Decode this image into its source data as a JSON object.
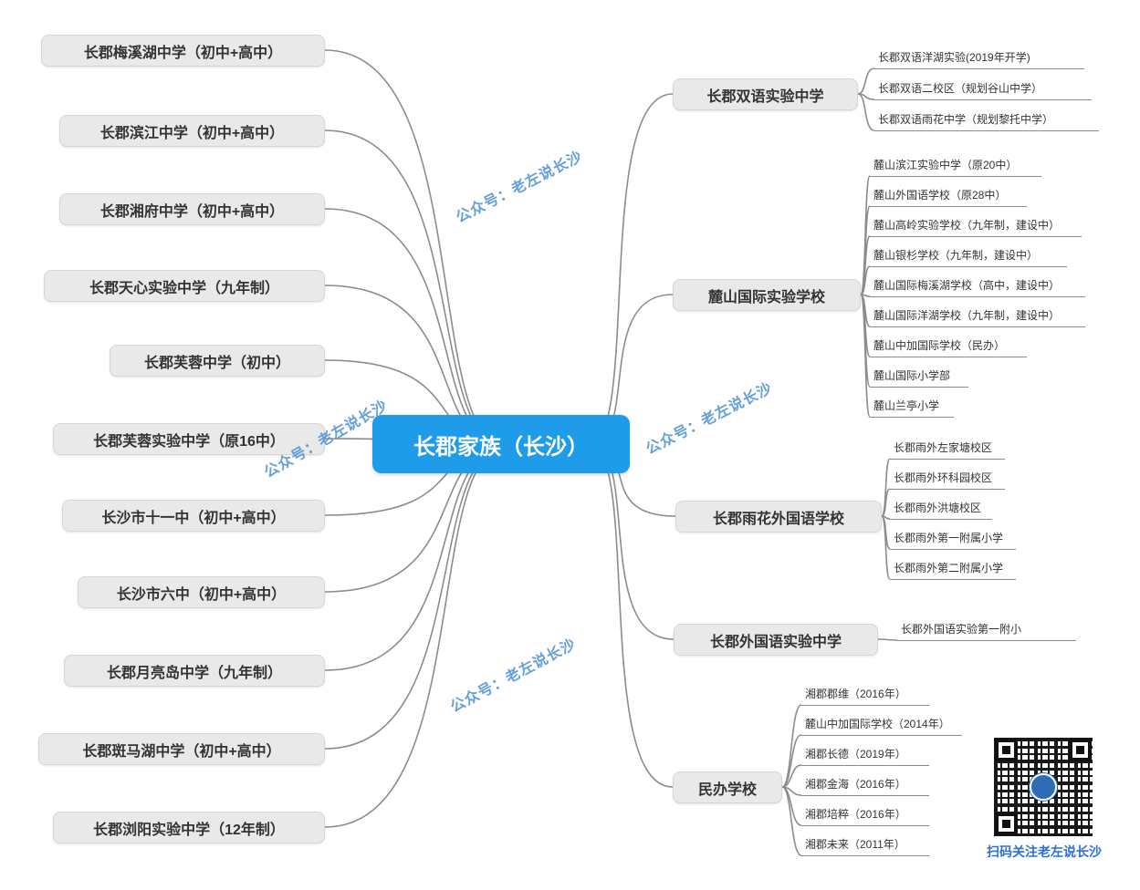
{
  "center": {
    "label": "长郡家族（长沙）"
  },
  "left_branches": [
    "长郡梅溪湖中学（初中+高中）",
    "长郡滨江中学（初中+高中）",
    "长郡湘府中学（初中+高中）",
    "长郡天心实验中学（九年制）",
    "长郡芙蓉中学（初中）",
    "长郡芙蓉实验中学（原16中）",
    "长沙市十一中（初中+高中）",
    "长沙市六中（初中+高中）",
    "长郡月亮岛中学（九年制）",
    "长郡斑马湖中学（初中+高中）",
    "长郡浏阳实验中学（12年制）"
  ],
  "right_branches": [
    {
      "label": "长郡双语实验中学",
      "children": [
        "长郡双语洋湖实验(2019年开学)",
        "长郡双语二校区（规划谷山中学）",
        "长郡双语雨花中学（规划黎托中学）"
      ]
    },
    {
      "label": "麓山国际实验学校",
      "children": [
        "麓山滨江实验中学（原20中）",
        "麓山外国语学校（原28中）",
        "麓山高岭实验学校（九年制，建设中）",
        "麓山银杉学校（九年制，建设中）",
        "麓山国际梅溪湖学校（高中，建设中）",
        "麓山国际洋湖学校（九年制，建设中）",
        "麓山中加国际学校（民办）",
        "麓山国际小学部",
        "麓山兰亭小学"
      ]
    },
    {
      "label": "长郡雨花外国语学校",
      "children": [
        "长郡雨外左家塘校区",
        "长郡雨外环科园校区",
        "长郡雨外洪塘校区",
        "长郡雨外第一附属小学",
        "长郡雨外第二附属小学"
      ]
    },
    {
      "label": "长郡外国语实验中学",
      "children": [
        "长郡外国语实验第一附小"
      ]
    },
    {
      "label": "民办学校",
      "children": [
        "湘郡郡维（2016年）",
        "麓山中加国际学校（2014年）",
        "湘郡长德（2019年）",
        "湘郡金海（2016年）",
        "湘郡培粹（2016年）",
        "湘郡未来（2011年）"
      ]
    }
  ],
  "watermark": {
    "text": "公众号：老左说长沙",
    "color": "#4a8fd4"
  },
  "qr": {
    "caption": "扫码关注老左说长沙",
    "caption_color": "#2a6fdb"
  },
  "colors": {
    "center_bg": "#1e9be9",
    "branch_bg": "#e9e9e9",
    "line": "#8c8c8c"
  }
}
